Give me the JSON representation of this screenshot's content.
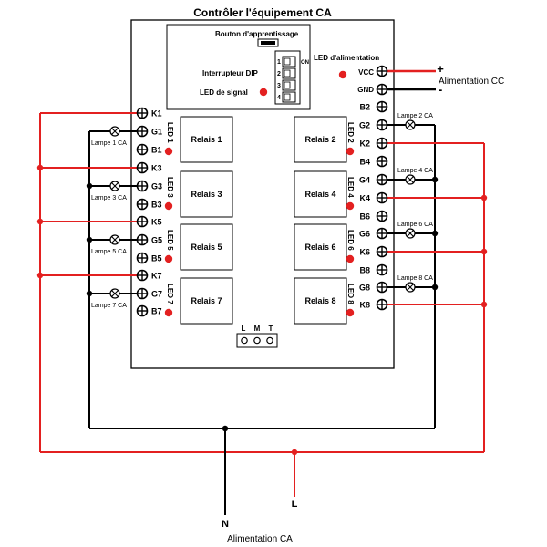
{
  "title": "Contrôler l'équipement CA",
  "learn_button_label": "Bouton d'apprentissage",
  "dip_switch_label": "Interrupteur DIP",
  "dip_on_label": "ON",
  "dip_numbers": [
    "1",
    "2",
    "3",
    "4"
  ],
  "signal_led_label": "LED de signal",
  "power_led_label": "LED d'alimentation",
  "vcc_label": "VCC",
  "gnd_label": "GND",
  "plus_sign": "+",
  "minus_sign": "-",
  "dc_supply_label": "Alimentation CC",
  "ac_supply_label": "Alimentation CA",
  "n_label": "N",
  "l_label": "L",
  "connector_labels": [
    "L",
    "M",
    "T"
  ],
  "left_terminals": [
    "K1",
    "G1",
    "B1",
    "K3",
    "G3",
    "B3",
    "K5",
    "G5",
    "B5",
    "K7",
    "G7",
    "B7"
  ],
  "right_terminals": [
    "B2",
    "G2",
    "K2",
    "B4",
    "G4",
    "K4",
    "B6",
    "G6",
    "K6",
    "B8",
    "G8",
    "K8"
  ],
  "relays_left": [
    "Relais 1",
    "Relais 3",
    "Relais 5",
    "Relais 7"
  ],
  "relays_right": [
    "Relais 2",
    "Relais 4",
    "Relais 6",
    "Relais 8"
  ],
  "leds_left": [
    "LED 1",
    "LED 3",
    "LED 5",
    "LED 7"
  ],
  "leds_right": [
    "LED 2",
    "LED 4",
    "LED 6",
    "LED 8"
  ],
  "lamps_left": [
    "Lampe 1 CA",
    "Lampe 3 CA",
    "Lampe 5 CA",
    "Lampe 7 CA"
  ],
  "lamps_right": [
    "Lampe 2 CA",
    "Lampe 4 CA",
    "Lampe 6 CA",
    "Lampe 8 CA"
  ],
  "colors": {
    "wire_phase": "#e32020",
    "wire_neutral": "#000000",
    "led": "#e32020"
  }
}
